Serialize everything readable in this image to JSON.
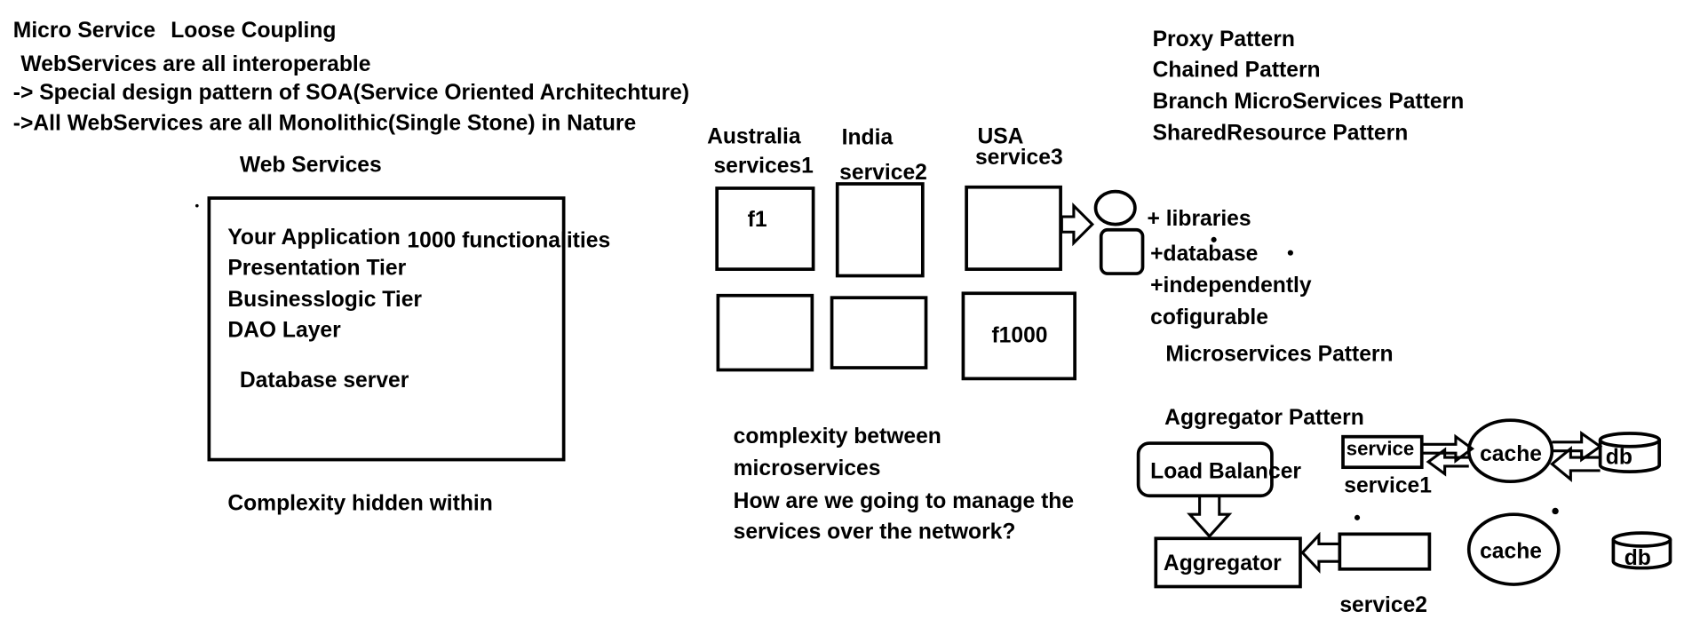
{
  "title": {
    "main": "Micro Service",
    "sub": "Loose Coupling"
  },
  "intro": [
    "WebServices are all interoperable",
    "-> Special design pattern of SOA(Service Oriented Architechture)",
    "->All WebServices are all Monolithic(Single Stone) in Nature"
  ],
  "monolith": {
    "heading": "Web Services",
    "box_lines": [
      "Your Application",
      "Presentation Tier",
      "Businesslogic Tier",
      "DAO Layer"
    ],
    "functionalities": "1000 functionalities",
    "db_label": "Database server",
    "caption": "Complexity hidden within"
  },
  "microservices": {
    "regions": [
      {
        "name": "Australia",
        "service": "services1"
      },
      {
        "name": "India",
        "service": "service2"
      },
      {
        "name": "USA",
        "service": "service3"
      }
    ],
    "first_box": "f1",
    "last_box": "f1000",
    "complexity_note": [
      "complexity between",
      "microservices",
      "How are we going to manage the",
      "services over the network?"
    ]
  },
  "features": [
    "+ libraries",
    "+database",
    "+independently",
    "cofigurable"
  ],
  "microservices_pattern_label": "Microservices Pattern",
  "patterns": [
    "Proxy Pattern",
    "Chained Pattern",
    "Branch MicroServices Pattern",
    "SharedResource Pattern"
  ],
  "aggregator_diagram": {
    "title": "Aggregator Pattern",
    "load_balancer": "Load Balancer",
    "aggregator": "Aggregator",
    "service_box": "service",
    "service1": "service1",
    "service2": "service2",
    "cache_top": "cache",
    "cache_bottom": "cache",
    "db_top": "db",
    "db_bottom": "db"
  }
}
